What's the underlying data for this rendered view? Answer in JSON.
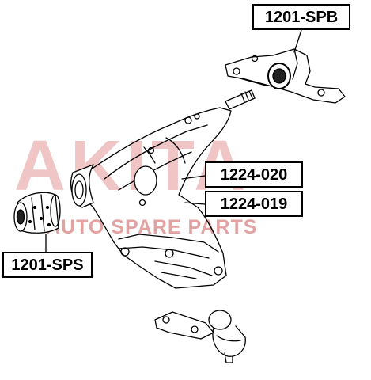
{
  "watermark": {
    "brand": "AKITA",
    "tagline": "AUTO SPARE PARTS"
  },
  "labels": {
    "top_right": "1201-SPB",
    "middle_upper": "1224-020",
    "middle_lower": "1224-019",
    "left": "1201-SPS"
  },
  "colors": {
    "line": "#000000",
    "watermark": "#c84646",
    "background": "#ffffff"
  }
}
